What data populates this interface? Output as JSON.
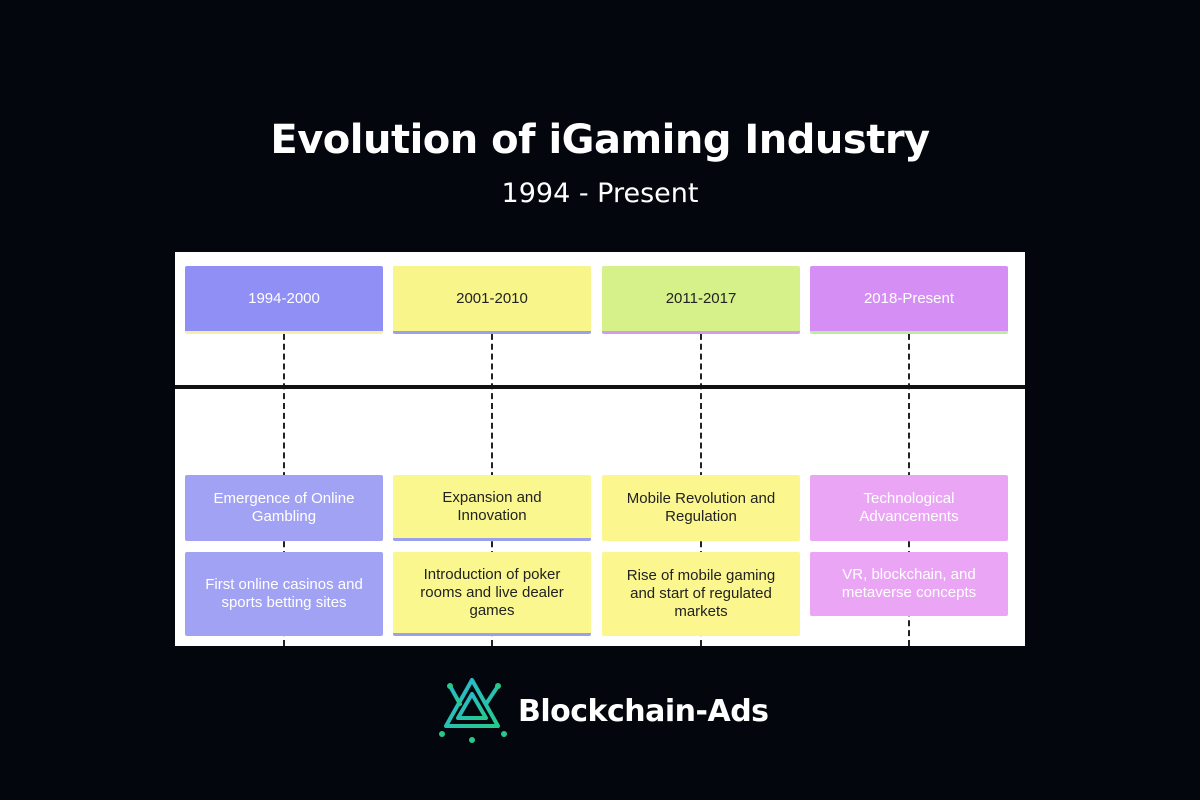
{
  "title": "Evolution of iGaming Industry",
  "subtitle": "1994 - Present",
  "periods": [
    {
      "label": "1994-2000",
      "event": "Emergence of Online Gambling",
      "detail": "First online casinos and sports betting sites",
      "color": "#8f8ff5"
    },
    {
      "label": "2001-2010",
      "event": "Expansion and Innovation",
      "detail": "Introduction of poker rooms and live dealer games",
      "color": "#f8f58a"
    },
    {
      "label": "2011-2017",
      "event": "Mobile Revolution and Regulation",
      "detail": "Rise of mobile gaming and start of regulated markets",
      "color": "#d6f08a"
    },
    {
      "label": "2018-Present",
      "event": "Technological Advancements",
      "detail": "VR, blockchain, and metaverse concepts",
      "color": "#d58ff4"
    }
  ],
  "brand": {
    "name": "Blockchain-Ads",
    "icon": "blockchain-ads-logo-icon",
    "accent": "#1fb89a"
  }
}
